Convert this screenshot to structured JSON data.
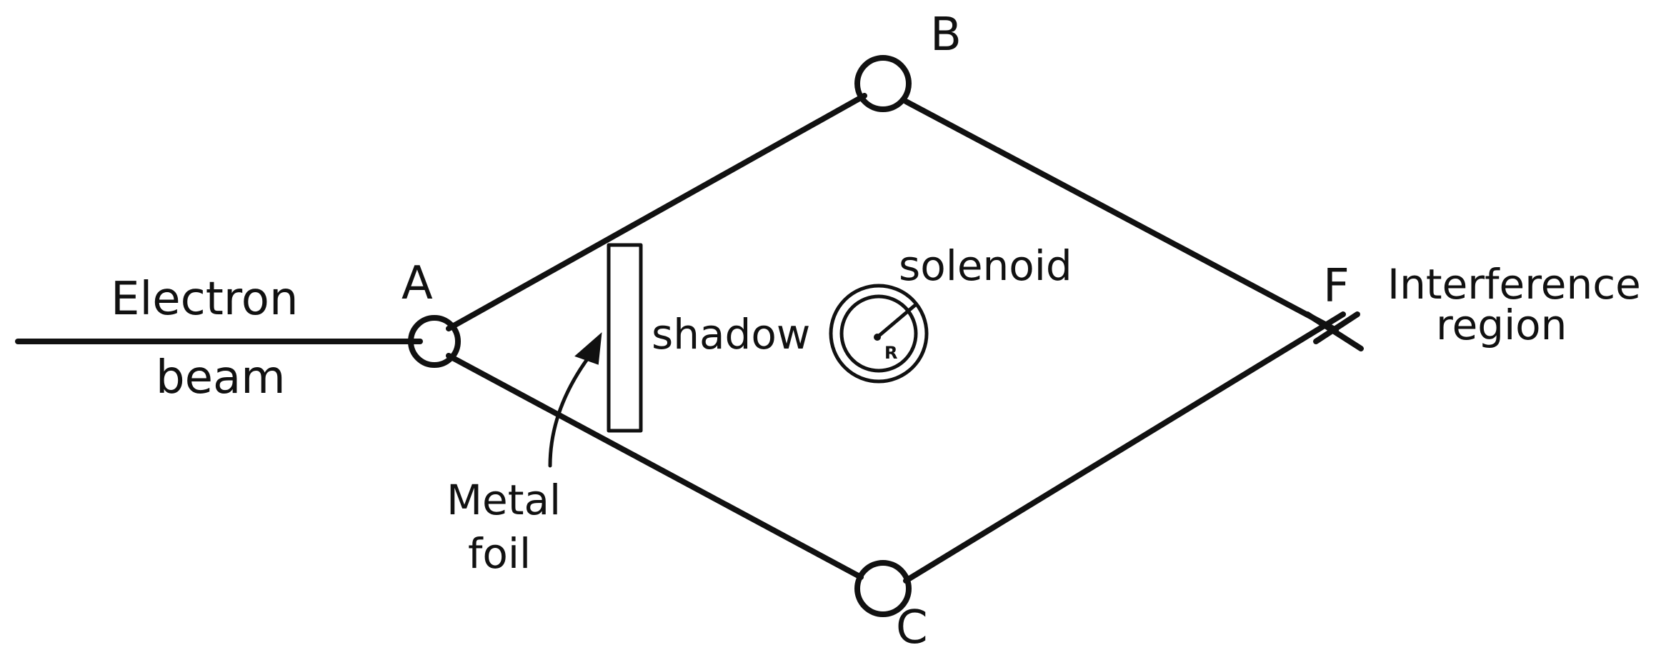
{
  "labels": {
    "electron": "Electron",
    "beam": "beam",
    "node_a": "A",
    "node_b": "B",
    "node_c": "C",
    "node_f": "F",
    "shadow": "shadow",
    "solenoid": "solenoid",
    "radius": "R",
    "metal": "Metal",
    "foil": "foil",
    "interference": "Interference",
    "region": "region"
  }
}
